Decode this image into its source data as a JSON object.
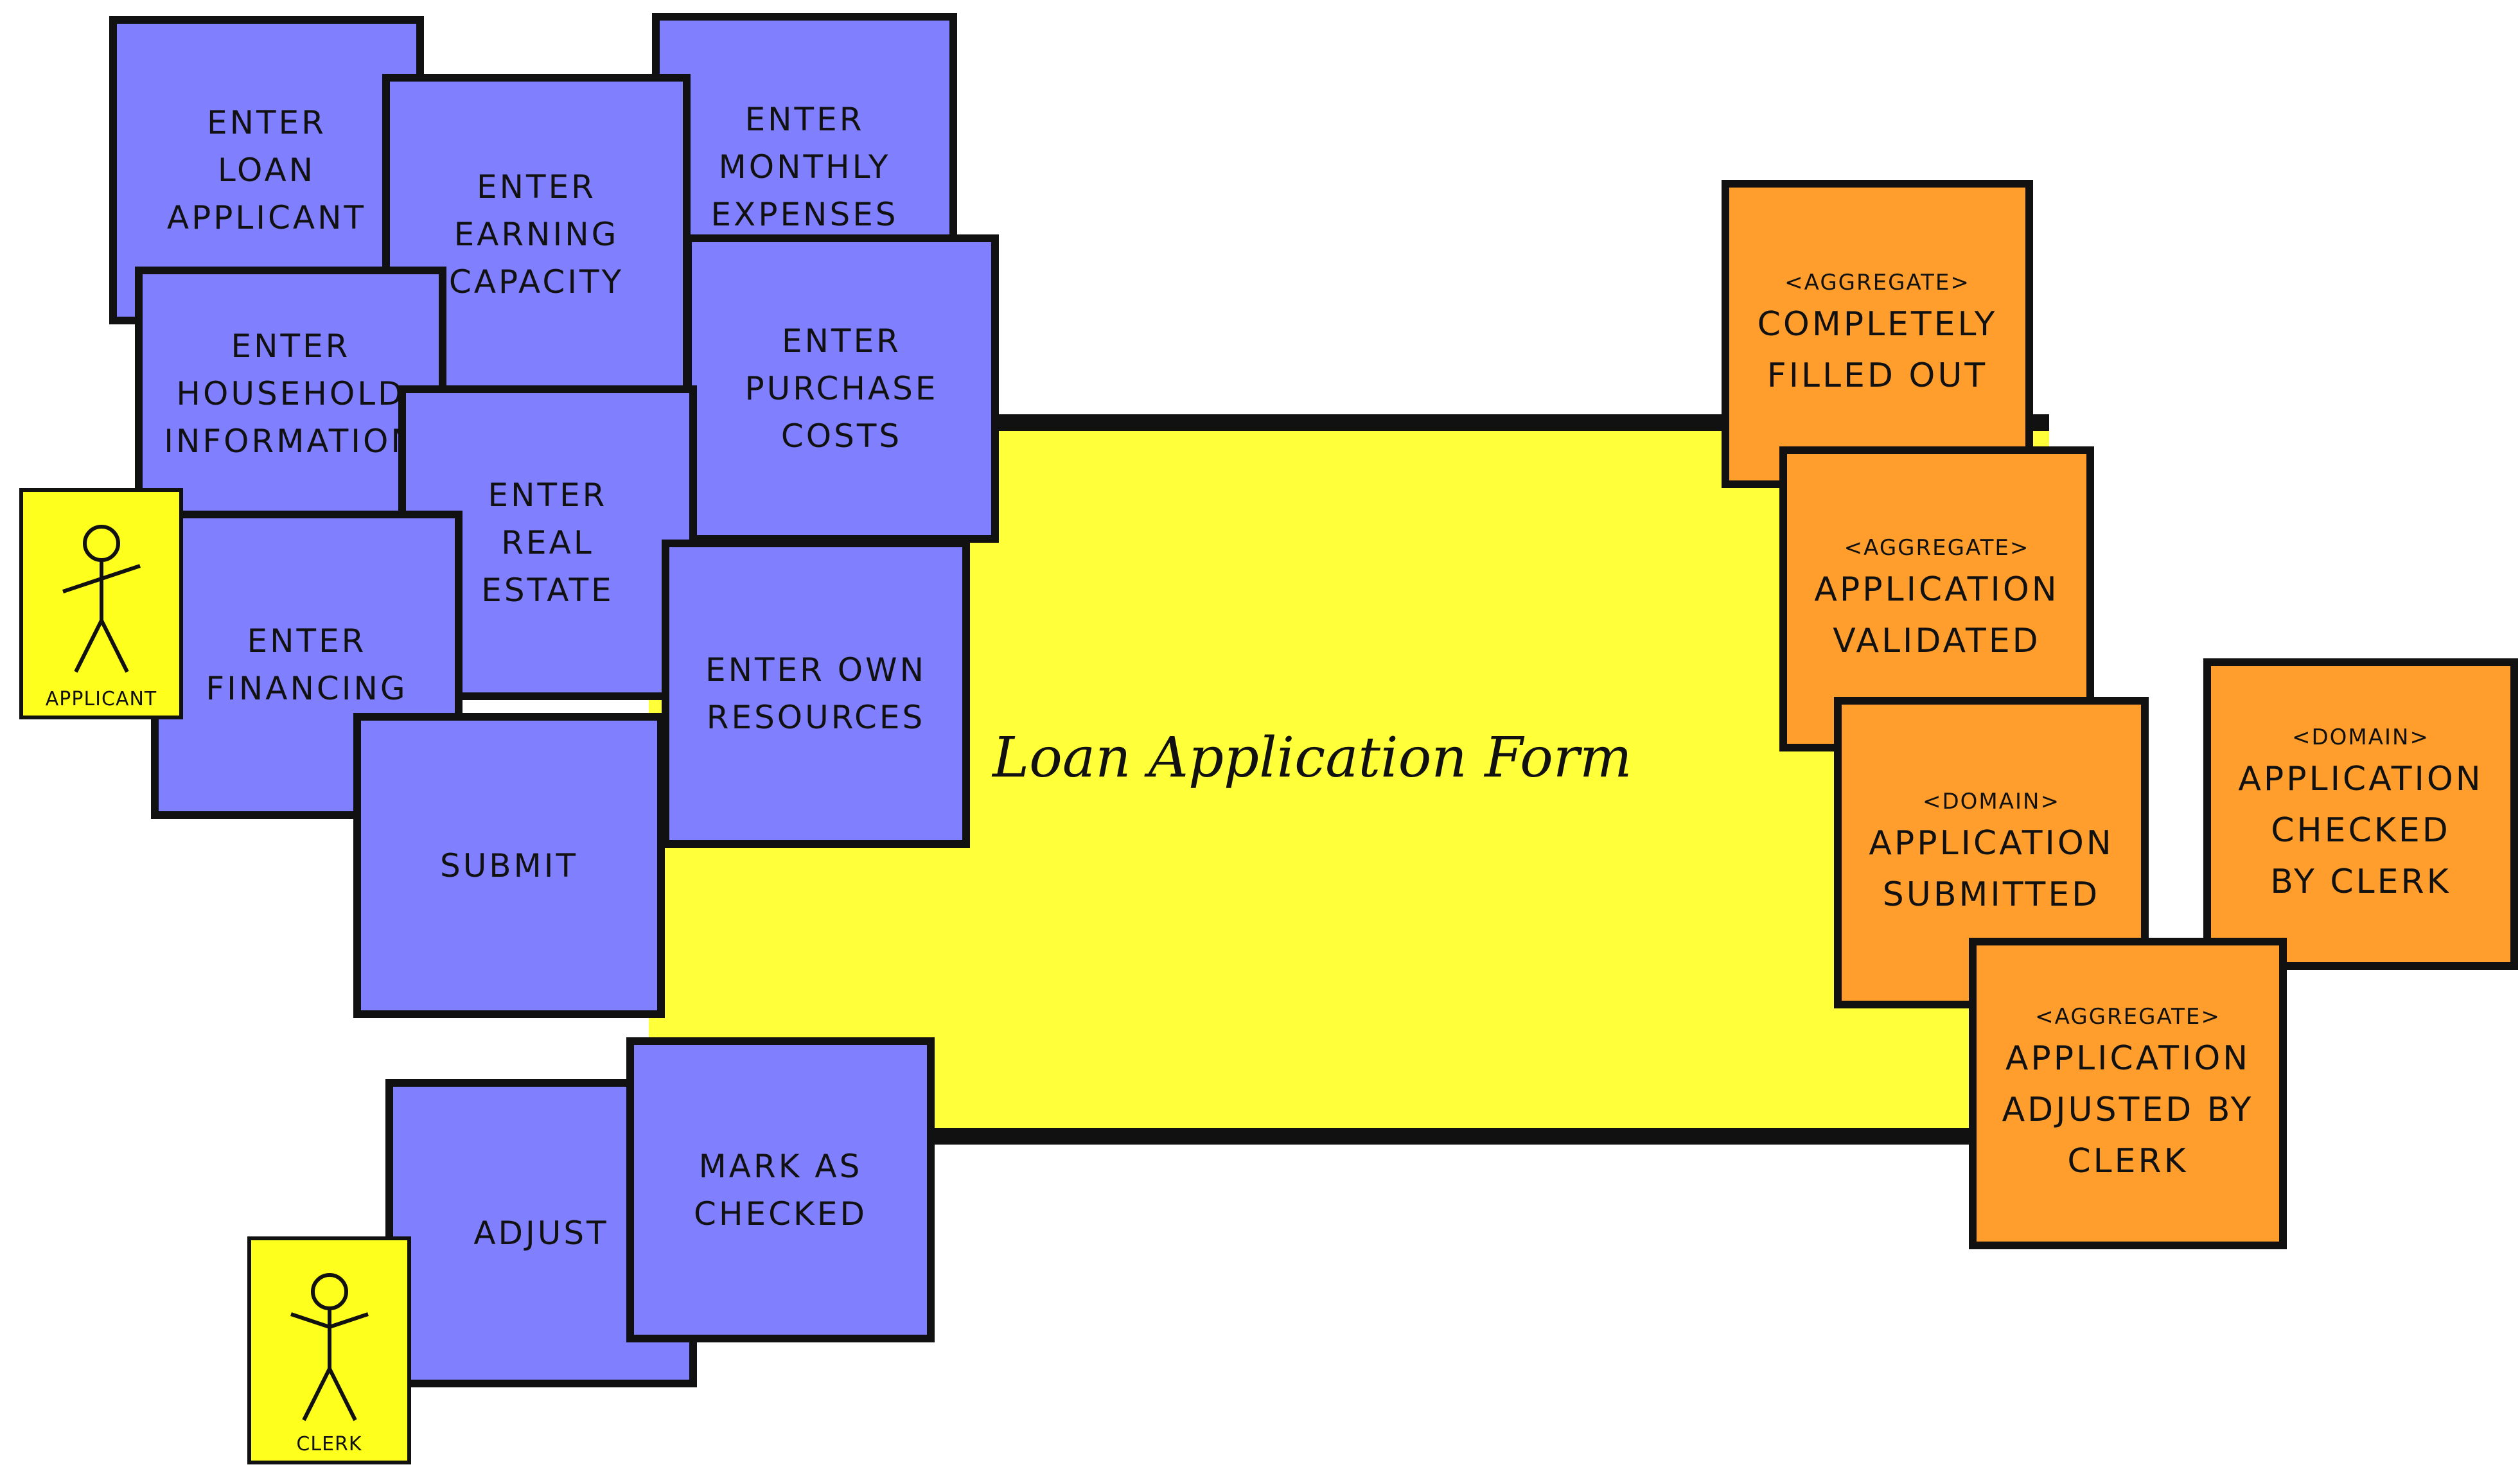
{
  "aggregate": {
    "title": "Loan Application Form",
    "color": "#ffff3a"
  },
  "colors": {
    "command": "#8080ff",
    "event": "#ff9e2c",
    "actor": "#ffff1e"
  },
  "actors": {
    "applicant": {
      "label": "APPLICANT",
      "icon": "stick-figure-icon"
    },
    "clerk": {
      "label": "CLERK",
      "icon": "stick-figure-icon"
    }
  },
  "commands": {
    "enter_loan_applicant": "ENTER\nLOAN\nAPPLICANT",
    "enter_earning_capacity": "ENTER\nEARNING\nCAPACITY",
    "enter_monthly_expenses": "ENTER\nMONTHLY\nEXPENSES",
    "enter_household_information": "ENTER\nHOUSEHOLD\nINFORMATION",
    "enter_purchase_costs": "ENTER\nPURCHASE\nCOSTS",
    "enter_real_estate": "ENTER\nREAL\nESTATE",
    "enter_financing": "ENTER\nFINANCING",
    "enter_own_resources": "ENTER OWN\nRESOURCES",
    "submit": "SUBMIT",
    "adjust": "ADJUST",
    "mark_as_checked": "MARK AS\nCHECKED"
  },
  "events": {
    "completely_filled_out": {
      "stereotype": "<AGGREGATE>",
      "label": "COMPLETELY\nFILLED OUT"
    },
    "application_validated": {
      "stereotype": "<AGGREGATE>",
      "label": "APPLICATION\nVALIDATED"
    },
    "application_submitted": {
      "stereotype": "<DOMAIN>",
      "label": "APPLICATION\nSUBMITTED"
    },
    "application_checked_by_clerk": {
      "stereotype": "<DOMAIN>",
      "label": "APPLICATION\nCHECKED\nBY CLERK"
    },
    "application_adjusted_by_clerk": {
      "stereotype": "<AGGREGATE>",
      "label": "APPLICATION\nADJUSTED BY\nCLERK"
    }
  }
}
